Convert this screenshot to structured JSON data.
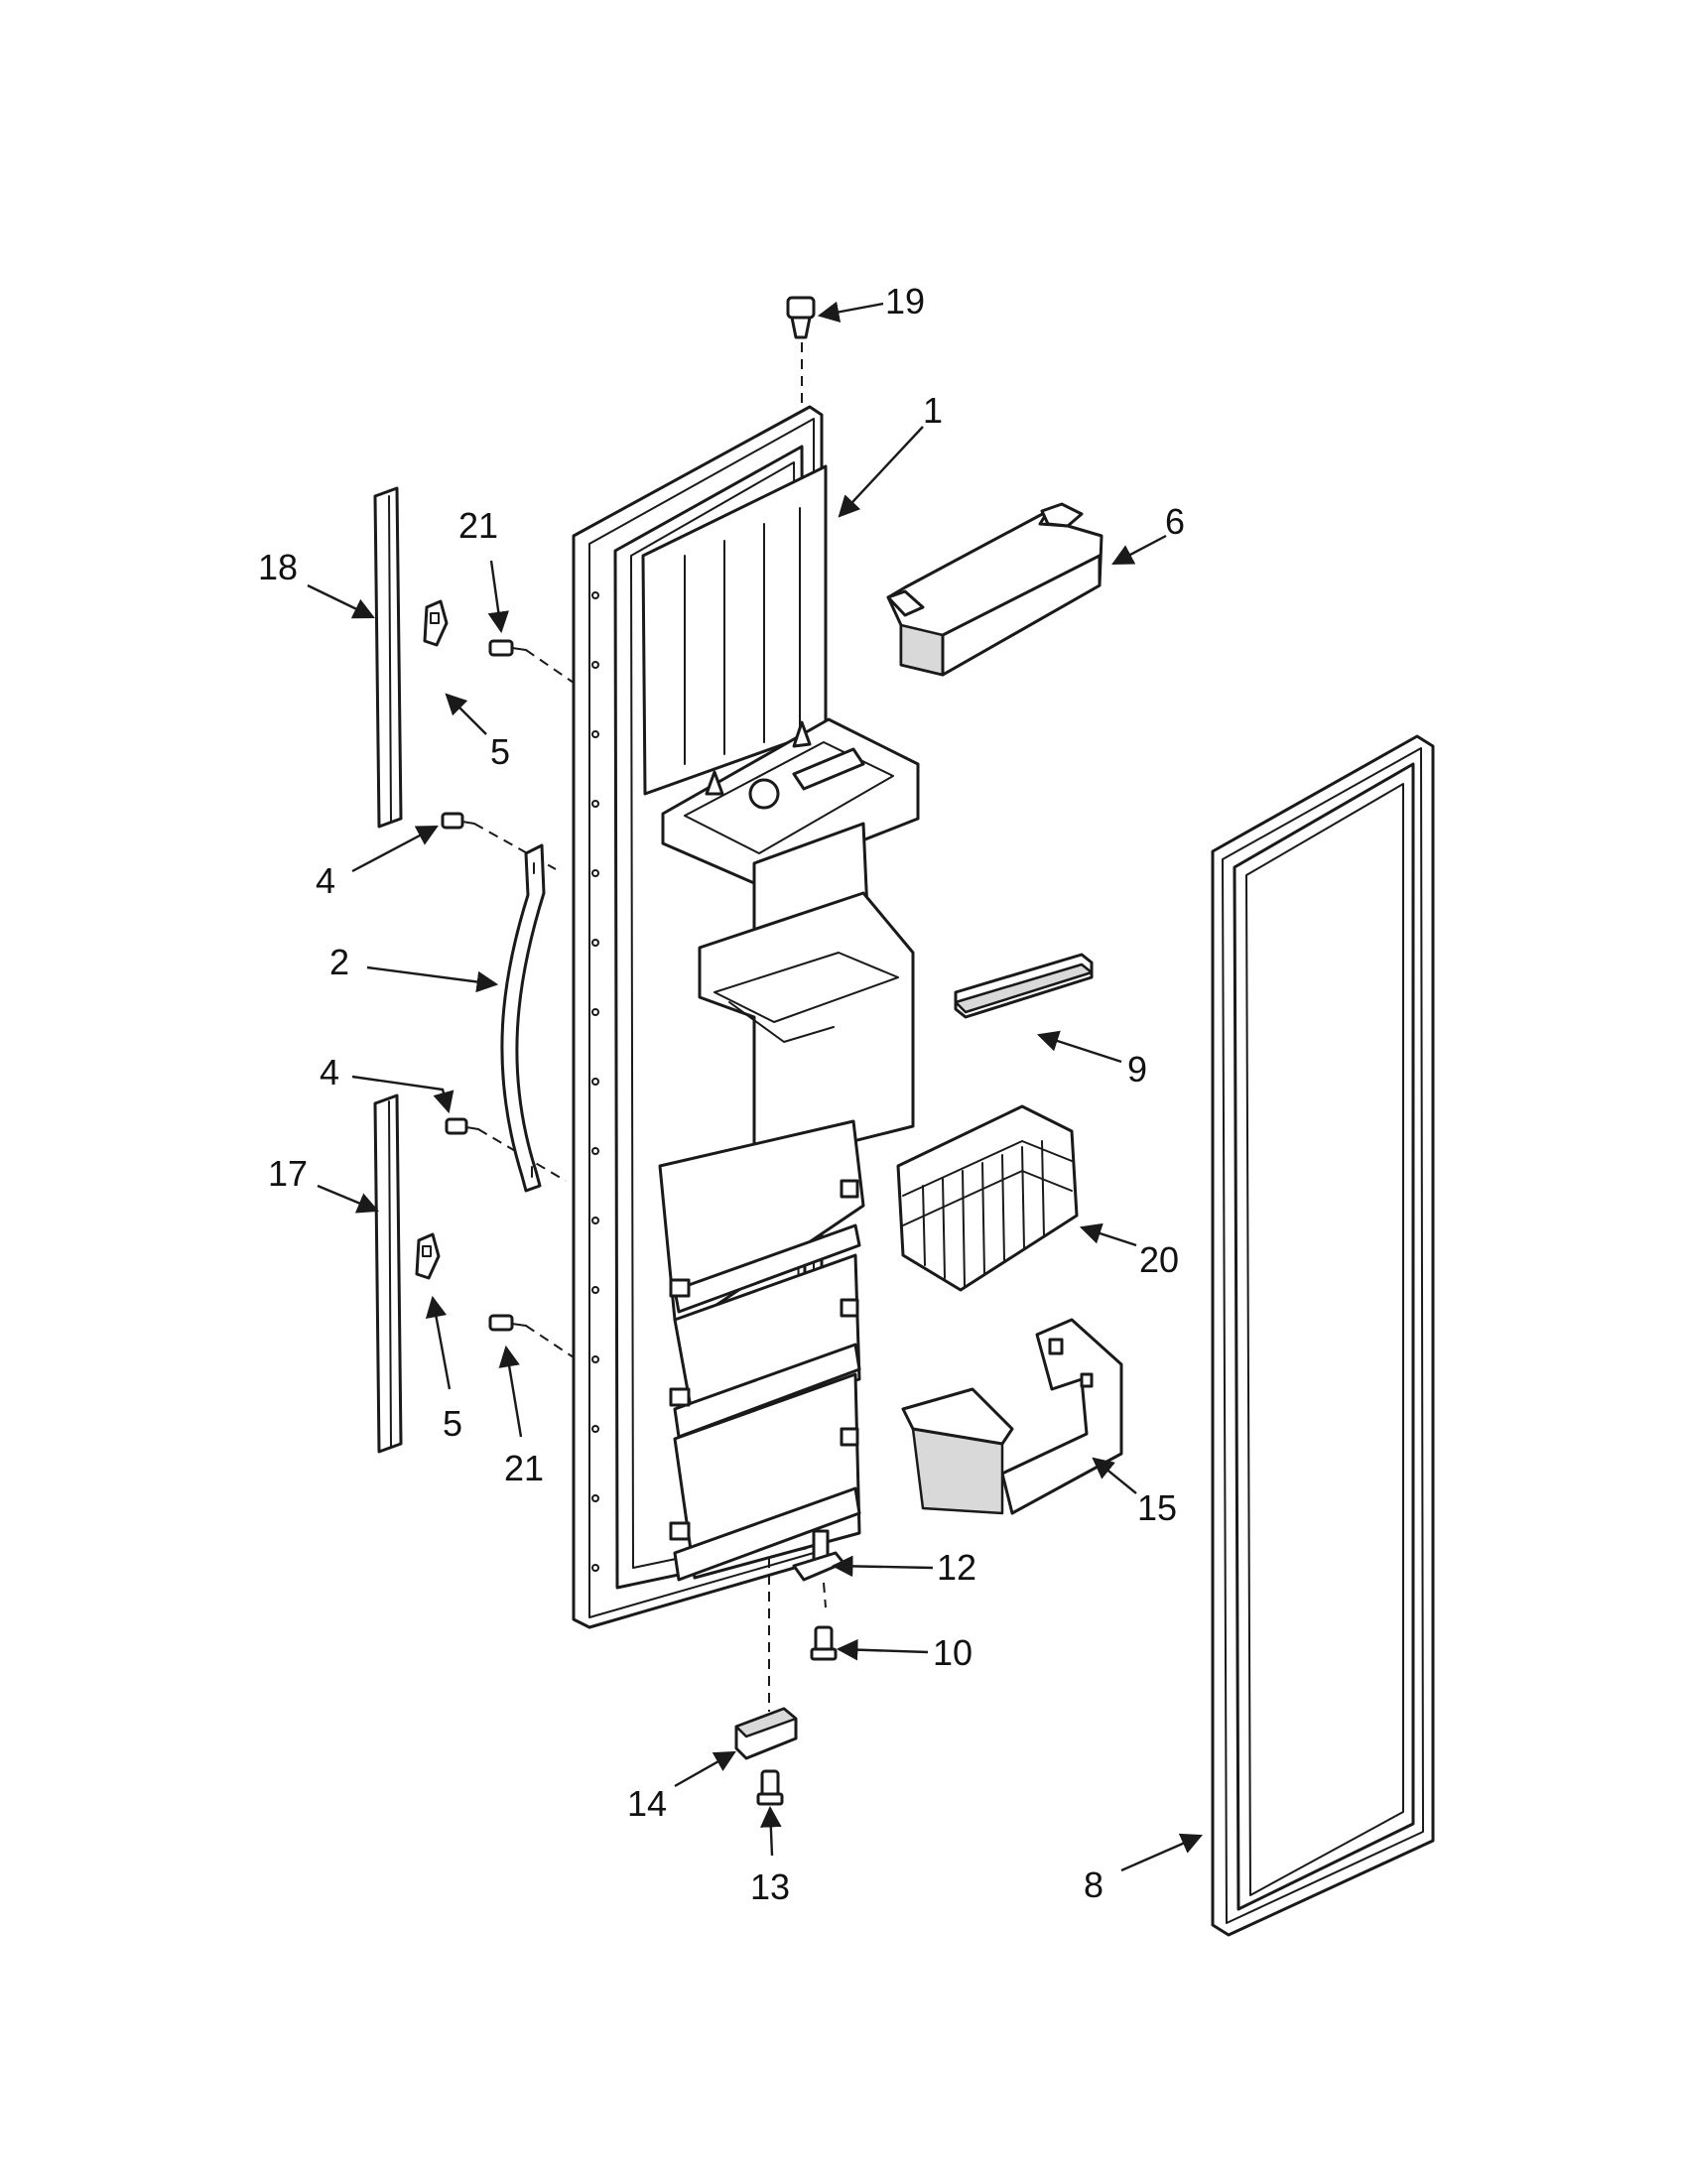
{
  "callouts": [
    "19",
    "1",
    "21",
    "18",
    "6",
    "5",
    "4",
    "2",
    "4",
    "9",
    "17",
    "20",
    "5",
    "21",
    "15",
    "12",
    "10",
    "14",
    "13",
    "8"
  ],
  "colors": {
    "line": "#1a1a1a",
    "shade": "#d9d9d9",
    "background": "#ffffff"
  }
}
